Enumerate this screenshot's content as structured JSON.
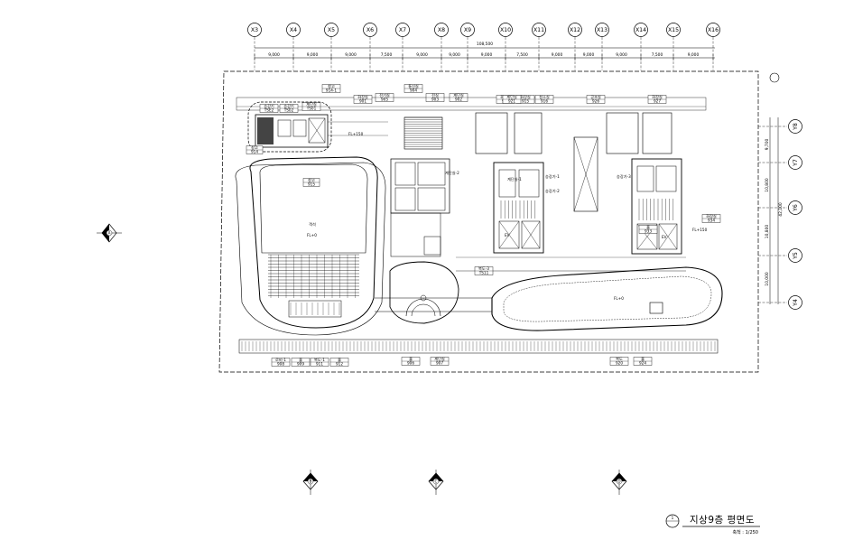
{
  "drawing": {
    "title": "지상9층 평면도",
    "scale_label": "축척 : 1/250",
    "title_marker": "1"
  },
  "grid": {
    "columns": [
      "X3",
      "X4",
      "X5",
      "X6",
      "X7",
      "X8",
      "X9",
      "X10",
      "X11",
      "X12",
      "X13",
      "X14",
      "X15",
      "X16"
    ],
    "rows": [
      "Y8",
      "Y7",
      "Y6",
      "Y5",
      "Y4"
    ],
    "column_spacings": [
      "9,000",
      "9,000",
      "9,000",
      "7,500",
      "9,000",
      "9,000",
      "9,000",
      "7,500",
      "9,000",
      "9,000",
      "9,000",
      "7,500",
      "9,000"
    ],
    "total_width": "108,500",
    "row_spacings": [
      "9,700",
      "10,800",
      "10,800",
      "10,000"
    ],
    "total_depth": "42,100"
  },
  "rooms": {
    "top": [
      {
        "name": "창고",
        "code": "914-1"
      },
      {
        "name": "화장실",
        "code": "901"
      },
      {
        "name": "전기실",
        "code": "905"
      },
      {
        "name": "통신실",
        "code": "904"
      },
      {
        "name": "전실",
        "code": "903"
      },
      {
        "name": "계단실",
        "code": "902"
      },
      {
        "name": "화장실",
        "code": "910"
      },
      {
        "name": "화장실",
        "code": "915"
      },
      {
        "name": "청소실",
        "code": "916"
      },
      {
        "name": "계단실",
        "code": "921"
      },
      {
        "name": "공조실",
        "code": "926"
      },
      {
        "name": "화장실",
        "code": "927"
      }
    ],
    "left_block": [
      {
        "name": "승강기",
        "code": "TSE2"
      },
      {
        "name": "승강기",
        "code": "TS02"
      },
      {
        "name": "계단실",
        "code": "TS01"
      }
    ],
    "side": [
      {
        "name": "창고",
        "code": "914"
      },
      {
        "name": "창고",
        "code": "915"
      }
    ],
    "theater_label": "객석",
    "core_labels": [
      "계단실-1",
      "계단실-2",
      "승강기-1",
      "승강기-2",
      "승강기-3",
      "EV",
      "EV"
    ],
    "bottom": [
      {
        "name": "로비-1",
        "code": "908"
      },
      {
        "name": "홀",
        "code": "909"
      },
      {
        "name": "복도-1",
        "code": "911"
      },
      {
        "name": "홀",
        "code": "912"
      },
      {
        "name": "홀",
        "code": "906"
      },
      {
        "name": "계단실",
        "code": "907"
      },
      {
        "name": "복도",
        "code": "920"
      },
      {
        "name": "홀",
        "code": "924"
      }
    ],
    "middle": [
      {
        "name": "복도-3",
        "code": "TS11"
      },
      {
        "name": "홀",
        "code": "933"
      },
      {
        "name": "화장실",
        "code": "934"
      }
    ],
    "level_marks": [
      "FL+0",
      "FL+150",
      "FL+150",
      "FL+0"
    ]
  },
  "sections": [
    "A",
    "B",
    "C",
    "D"
  ]
}
